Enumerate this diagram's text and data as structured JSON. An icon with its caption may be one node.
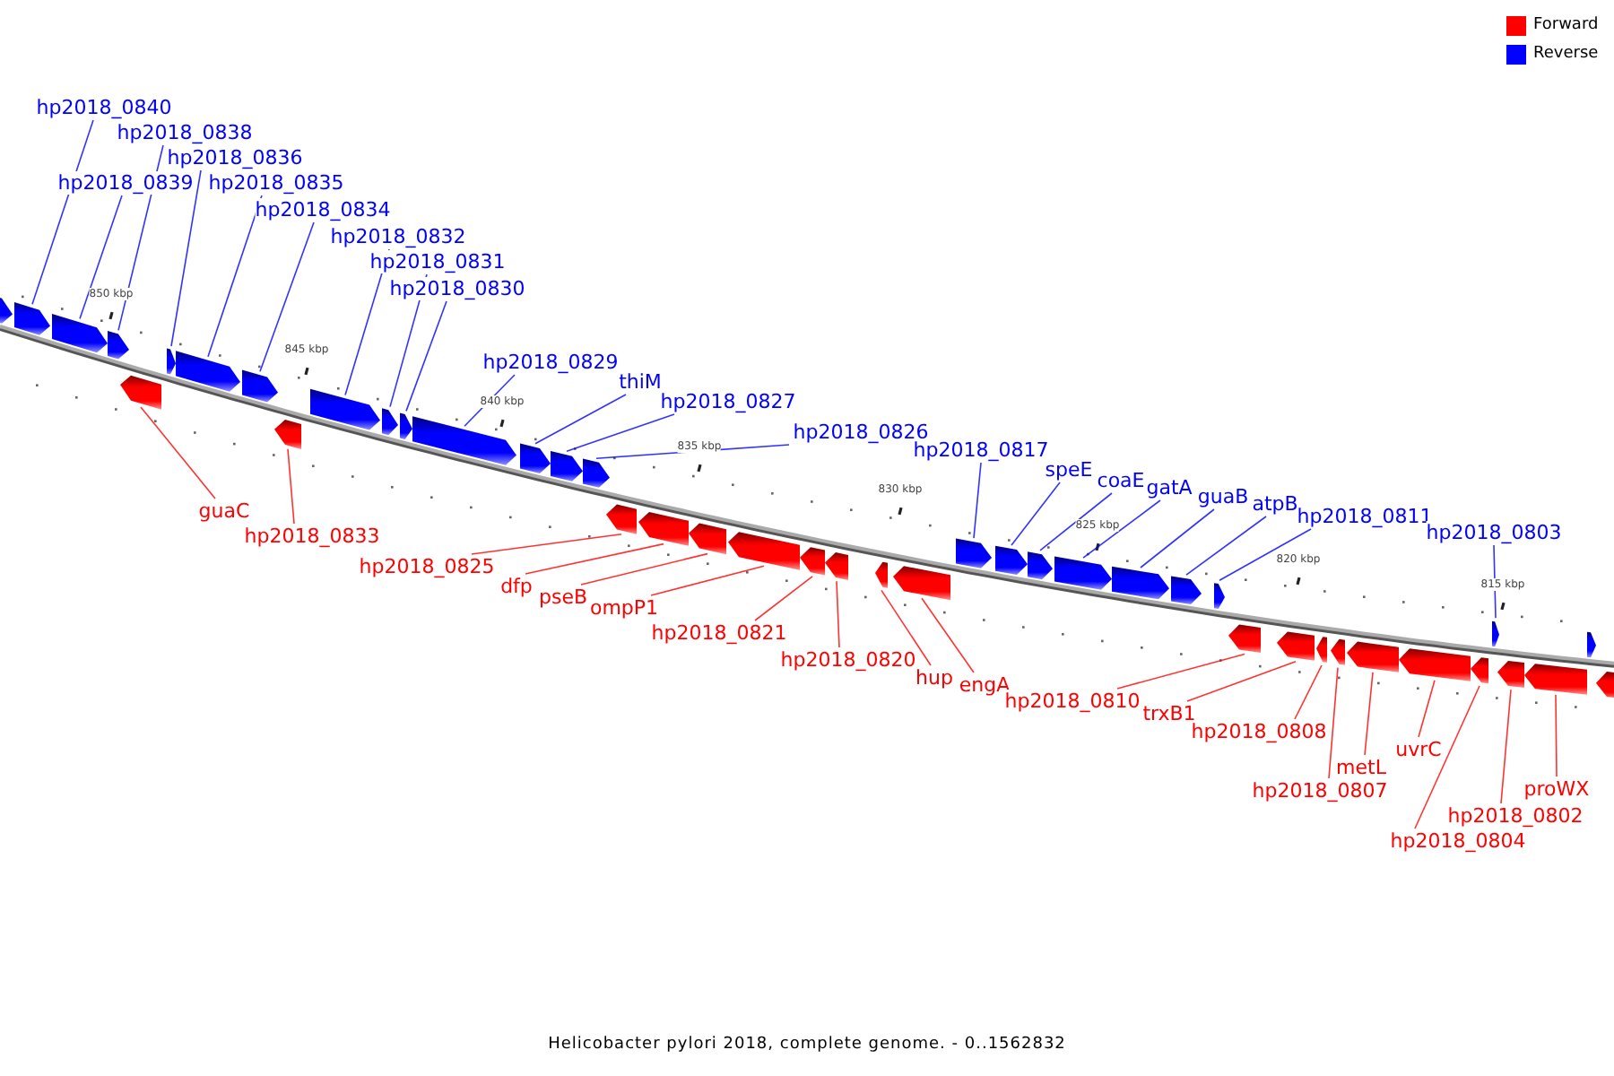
{
  "diagram": {
    "caption": "Helicobacter pylori 2018, complete genome. - 0..1562832",
    "nodes": [
      {
        "text": [
          "hp2018_0840"
        ]
      },
      {
        "text": [
          "hp2018_0838"
        ]
      },
      {
        "text": [
          "hp2018_0836"
        ]
      },
      {
        "text": [
          "hp2018_0839"
        ]
      },
      {
        "text": [
          "hp2018_0835"
        ]
      },
      {
        "text": [
          "hp2018_0834"
        ]
      },
      {
        "text": [
          "hp2018_0832"
        ]
      },
      {
        "text": [
          "hp2018_0831"
        ]
      },
      {
        "text": [
          "hp2018_0830"
        ]
      },
      {
        "text": [
          "hp2018_0829"
        ]
      },
      {
        "text": [
          "thiM"
        ]
      },
      {
        "text": [
          "hp2018_0827"
        ]
      },
      {
        "text": [
          "hp2018_0826"
        ]
      },
      {
        "text": [
          "hp2018_0817"
        ]
      },
      {
        "text": [
          "speE"
        ]
      },
      {
        "text": [
          "coaE"
        ]
      },
      {
        "text": [
          "gatA"
        ]
      },
      {
        "text": [
          "guaB"
        ]
      },
      {
        "text": [
          "atpB"
        ]
      },
      {
        "text": [
          "hp2018_0811"
        ]
      },
      {
        "text": [
          "hp2018_0803"
        ]
      },
      {
        "text": [
          "guaC"
        ]
      },
      {
        "text": [
          "hp2018_0833"
        ]
      },
      {
        "text": [
          "hp2018_0825"
        ]
      },
      {
        "text": [
          "dfp"
        ]
      },
      {
        "text": [
          "pseB"
        ]
      },
      {
        "text": [
          "ompP1"
        ]
      },
      {
        "text": [
          "hp2018_0821"
        ]
      },
      {
        "text": [
          "hp2018_0820"
        ]
      },
      {
        "text": [
          "hup"
        ]
      },
      {
        "text": [
          "engA"
        ]
      },
      {
        "text": [
          "hp2018_0810"
        ]
      },
      {
        "text": [
          "trxB1"
        ]
      },
      {
        "text": [
          "hp2018_0808"
        ]
      },
      {
        "text": [
          "hp2018_0807"
        ]
      },
      {
        "text": [
          "metL"
        ]
      },
      {
        "text": [
          "uvrC"
        ]
      },
      {
        "text": [
          "hp2018_0802"
        ]
      },
      {
        "text": [
          "hp2018_0804"
        ]
      },
      {
        "text": [
          "proWX"
        ]
      },
      {
        "text": [],
        "shape": "arrow"
      },
      {
        "text": [],
        "shape": "arrow"
      },
      {
        "text": [],
        "shape": "arrow"
      },
      {
        "text": [],
        "shape": "arrow"
      },
      {
        "text": [],
        "shape": "arrow"
      },
      {
        "text": [],
        "shape": "arrow"
      },
      {
        "text": [],
        "shape": "arrow"
      },
      {
        "text": [],
        "shape": "arrow"
      },
      {
        "text": [],
        "shape": "arrow"
      },
      {
        "text": [],
        "shape": "arrow"
      },
      {
        "text": [],
        "shape": "arrow"
      },
      {
        "text": [],
        "shape": "arrow"
      },
      {
        "text": [],
        "shape": "arrow"
      },
      {
        "text": [],
        "shape": "arrow"
      },
      {
        "text": [],
        "shape": "arrow"
      },
      {
        "text": [],
        "shape": "arrow"
      },
      {
        "text": [],
        "shape": "arrow"
      },
      {
        "text": [],
        "shape": "arrow"
      },
      {
        "text": [],
        "shape": "arrow"
      },
      {
        "text": [],
        "shape": "arrow"
      },
      {
        "text": [],
        "shape": "arrow"
      },
      {
        "text": [],
        "shape": "arrow"
      },
      {
        "text": [],
        "shape": "arrow"
      },
      {
        "text": [],
        "shape": "arrow"
      },
      {
        "text": [],
        "shape": "arrow"
      },
      {
        "text": [],
        "shape": "arrow"
      },
      {
        "text": [],
        "shape": "arrow"
      },
      {
        "text": [],
        "shape": "arrow"
      },
      {
        "text": [],
        "shape": "arrow"
      },
      {
        "text": [],
        "shape": "arrow"
      },
      {
        "text": [],
        "shape": "arrow"
      },
      {
        "text": [],
        "shape": "arrow"
      },
      {
        "text": [],
        "shape": "arrow"
      },
      {
        "text": [],
        "shape": "arrow"
      },
      {
        "text": [],
        "shape": "arrow"
      },
      {
        "text": [],
        "shape": "arrow"
      },
      {
        "text": [],
        "shape": "arrow"
      },
      {
        "text": [],
        "shape": "arrow"
      },
      {
        "text": [],
        "shape": "arrow"
      },
      {
        "text": [],
        "shape": "arrow"
      },
      {
        "text": [],
        "shape": "arrow"
      },
      {
        "text": [],
        "shape": "arrow"
      },
      {
        "text": [],
        "shape": "arrow"
      }
    ],
    "edges": [
      {
        "from": 0,
        "to": 41,
        "arrow": "none"
      },
      {
        "from": 1,
        "to": 43,
        "arrow": "none"
      },
      {
        "from": 2,
        "to": 45,
        "arrow": "none"
      },
      {
        "from": 3,
        "to": 42,
        "arrow": "none"
      },
      {
        "from": 4,
        "to": 46,
        "arrow": "none"
      },
      {
        "from": 5,
        "to": 47,
        "arrow": "none"
      },
      {
        "from": 6,
        "to": 49,
        "arrow": "none"
      },
      {
        "from": 7,
        "to": 50,
        "arrow": "none"
      },
      {
        "from": 8,
        "to": 51,
        "arrow": "none"
      },
      {
        "from": 9,
        "to": 52,
        "arrow": "none"
      },
      {
        "from": 10,
        "to": 53,
        "arrow": "none"
      },
      {
        "from": 11,
        "to": 54,
        "arrow": "none"
      },
      {
        "from": 12,
        "to": 55,
        "arrow": "none"
      },
      {
        "from": 13,
        "to": 64,
        "arrow": "none"
      },
      {
        "from": 14,
        "to": 65,
        "arrow": "none"
      },
      {
        "from": 15,
        "to": 66,
        "arrow": "none"
      },
      {
        "from": 16,
        "to": 67,
        "arrow": "none"
      },
      {
        "from": 17,
        "to": 68,
        "arrow": "none"
      },
      {
        "from": 18,
        "to": 69,
        "arrow": "none"
      },
      {
        "from": 19,
        "to": 70,
        "arrow": "none"
      },
      {
        "from": 20,
        "to": 78,
        "arrow": "none"
      },
      {
        "from": 21,
        "to": 44,
        "arrow": "none",
        "color": "#ff0000"
      },
      {
        "from": 22,
        "to": 48,
        "arrow": "none",
        "color": "#ff0000"
      },
      {
        "from": 23,
        "to": 56,
        "arrow": "none",
        "color": "#ff0000"
      },
      {
        "from": 24,
        "to": 57,
        "arrow": "none",
        "color": "#ff0000"
      },
      {
        "from": 25,
        "to": 58,
        "arrow": "none",
        "color": "#ff0000"
      },
      {
        "from": 26,
        "to": 59,
        "arrow": "none",
        "color": "#ff0000"
      },
      {
        "from": 27,
        "to": 60,
        "arrow": "none",
        "color": "#ff0000"
      },
      {
        "from": 28,
        "to": 61,
        "arrow": "none",
        "color": "#ff0000"
      },
      {
        "from": 29,
        "to": 62,
        "arrow": "none",
        "color": "#ff0000"
      },
      {
        "from": 30,
        "to": 63,
        "arrow": "none",
        "color": "#ff0000"
      },
      {
        "from": 31,
        "to": 71,
        "arrow": "none",
        "color": "#ff0000"
      },
      {
        "from": 32,
        "to": 72,
        "arrow": "none",
        "color": "#ff0000"
      },
      {
        "from": 33,
        "to": 73,
        "arrow": "none",
        "color": "#ff0000"
      },
      {
        "from": 34,
        "to": 74,
        "arrow": "none",
        "color": "#ff0000"
      },
      {
        "from": 35,
        "to": 75,
        "arrow": "none",
        "color": "#ff0000"
      },
      {
        "from": 36,
        "to": 76,
        "arrow": "none",
        "color": "#ff0000"
      },
      {
        "from": 37,
        "to": 79,
        "arrow": "none",
        "color": "#ff0000"
      },
      {
        "from": 38,
        "to": 77,
        "arrow": "none",
        "color": "#ff0000"
      },
      {
        "from": 39,
        "to": 80,
        "arrow": "none",
        "color": "#ff0000"
      }
    ],
    "labels": [
      "850 kbp",
      "845 kbp",
      "840 kbp",
      "835 kbp",
      "830 kbp",
      "825 kbp",
      "820 kbp",
      "815 kbp"
    ],
    "legend": [
      {
        "text": "Forward",
        "color": "#ff0000"
      },
      {
        "text": "Reverse",
        "color": "#0000ff"
      }
    ]
  }
}
